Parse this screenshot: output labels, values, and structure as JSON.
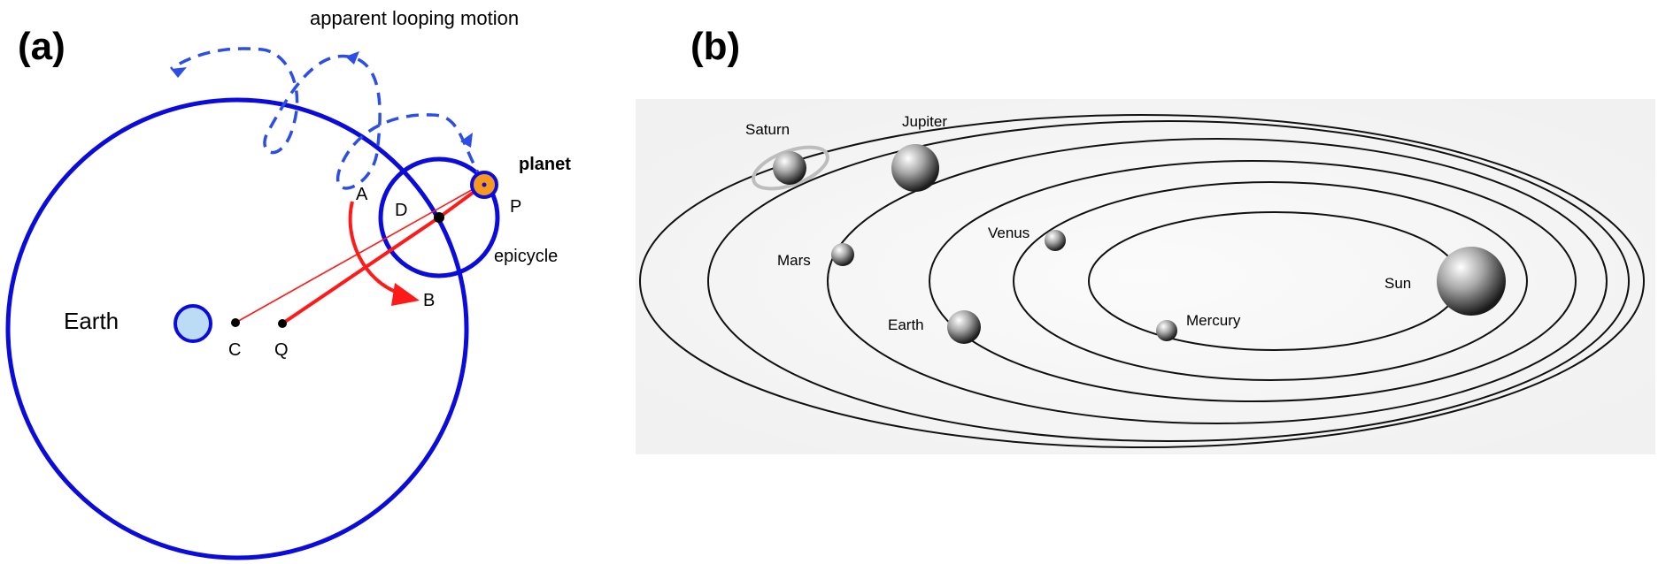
{
  "panel_a": {
    "label": "(a)",
    "title": "apparent looping motion",
    "earth": "Earth",
    "planet": "planet",
    "epicycle": "epicycle",
    "points": {
      "a": "A",
      "b": "B",
      "c": "C",
      "d": "D",
      "p": "P",
      "q": "Q"
    },
    "colors": {
      "deferent": "#0b0bdc",
      "loop": "#2d4ee6",
      "arc": "#ff1a1a",
      "planet_fill": "#f59a1e",
      "earth_fill": "#bcdcf5"
    }
  },
  "panel_b": {
    "label": "(b)",
    "planets": {
      "saturn": "Saturn",
      "jupiter": "Jupiter",
      "mars": "Mars",
      "venus": "Venus",
      "earth": "Earth",
      "mercury": "Mercury",
      "sun": "Sun"
    }
  }
}
